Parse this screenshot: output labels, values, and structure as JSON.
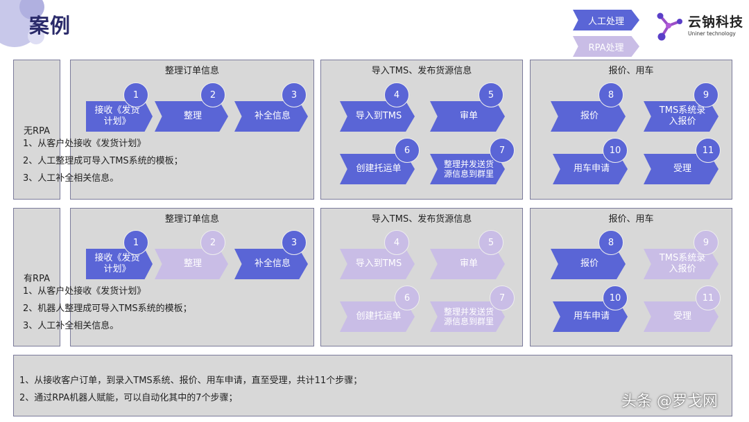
{
  "header": {
    "title": "案例"
  },
  "legend": {
    "manual": "人工处理",
    "rpa": "RPA处理",
    "manual_color": "#5a65d6",
    "rpa_color": "#c9bde6"
  },
  "logo": {
    "name": "云钠科技",
    "subtitle": "Uniner technology"
  },
  "rows": [
    {
      "label": "无RPA",
      "sections": [
        {
          "title": "整理订单信息",
          "notes": [
            "1、从客户处接收《发货计划》",
            "2、人工整理成可导入TMS系统的模板；",
            "3、人工补全相关信息。"
          ]
        },
        {
          "title": "导入TMS、发布货源信息"
        },
        {
          "title": "报价、用车"
        }
      ],
      "steps": [
        {
          "num": "1",
          "label": "接收《发货计划》",
          "mode": "manual"
        },
        {
          "num": "2",
          "label": "整理",
          "mode": "manual"
        },
        {
          "num": "3",
          "label": "补全信息",
          "mode": "manual"
        },
        {
          "num": "4",
          "label": "导入到TMS",
          "mode": "manual"
        },
        {
          "num": "5",
          "label": "审单",
          "mode": "manual"
        },
        {
          "num": "6",
          "label": "创建托运单",
          "mode": "manual"
        },
        {
          "num": "7",
          "label": "整理并发送货源信息到群里",
          "mode": "manual"
        },
        {
          "num": "8",
          "label": "报价",
          "mode": "manual"
        },
        {
          "num": "9",
          "label": "TMS系统录入报价",
          "mode": "manual"
        },
        {
          "num": "10",
          "label": "用车申请",
          "mode": "manual"
        },
        {
          "num": "11",
          "label": "受理",
          "mode": "manual"
        }
      ]
    },
    {
      "label": "有RPA",
      "sections": [
        {
          "title": "整理订单信息",
          "notes": [
            "1、从客户处接收《发货计划》",
            "2、机器人整理成可导入TMS系统的模板；",
            "3、人工补全相关信息。"
          ]
        },
        {
          "title": "导入TMS、发布货源信息"
        },
        {
          "title": "报价、用车"
        }
      ],
      "steps": [
        {
          "num": "1",
          "label": "接收《发货计划》",
          "mode": "manual"
        },
        {
          "num": "2",
          "label": "整理",
          "mode": "rpa"
        },
        {
          "num": "3",
          "label": "补全信息",
          "mode": "manual"
        },
        {
          "num": "4",
          "label": "导入到TMS",
          "mode": "rpa"
        },
        {
          "num": "5",
          "label": "审单",
          "mode": "rpa"
        },
        {
          "num": "6",
          "label": "创建托运单",
          "mode": "rpa"
        },
        {
          "num": "7",
          "label": "整理并发送货源信息到群里",
          "mode": "rpa"
        },
        {
          "num": "8",
          "label": "报价",
          "mode": "manual"
        },
        {
          "num": "9",
          "label": "TMS系统录入报价",
          "mode": "rpa"
        },
        {
          "num": "10",
          "label": "用车申请",
          "mode": "manual"
        },
        {
          "num": "11",
          "label": "受理",
          "mode": "rpa"
        }
      ]
    }
  ],
  "summary": [
    "1、从接收客户订单，到录入TMS系统、报价、用车申请，直至受理，共计11个步骤；",
    "2、通过RPA机器人赋能，可以自动化其中的7个步骤；"
  ],
  "watermark": "头条 @罗戈网"
}
